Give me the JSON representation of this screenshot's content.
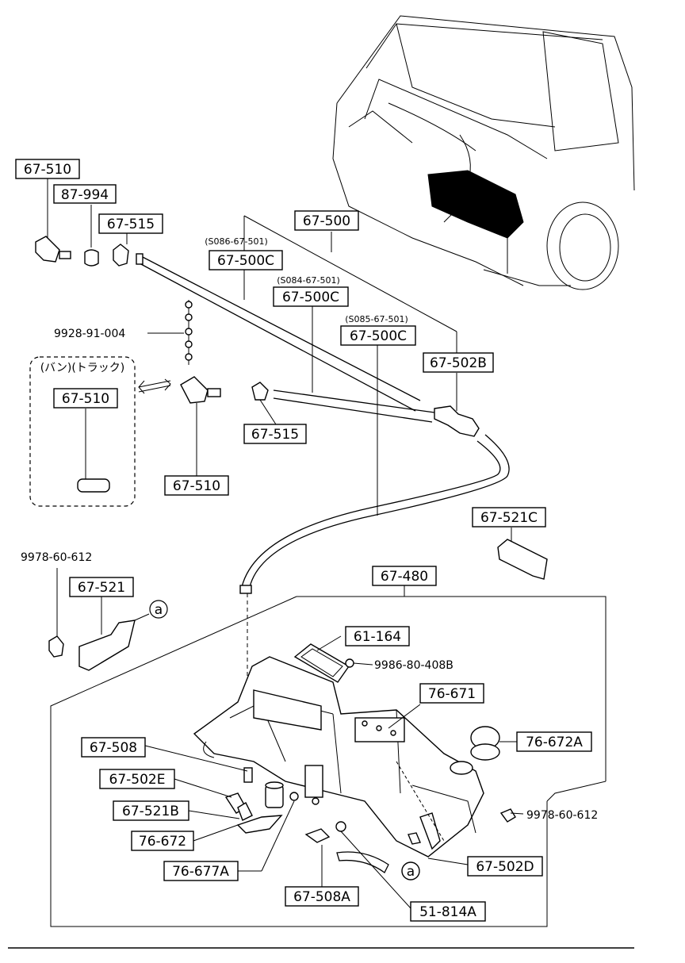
{
  "parts": {
    "p67_510_top": "67-510",
    "p87_994": "87-994",
    "p67_515_top": "67-515",
    "p67_500": "67-500",
    "p_s086": "(S086-67-501)",
    "p67_500c_1": "67-500C",
    "p_s084": "(S084-67-501)",
    "p67_500c_2": "67-500C",
    "p_s085": "(S085-67-501)",
    "p67_500c_3": "67-500C",
    "p9928": "9928-91-004",
    "p67_502b": "67-502B",
    "p_van_truck": "(バン)(トラック)",
    "p67_510_box": "67-510",
    "p67_515_mid": "67-515",
    "p67_510_mid": "67-510",
    "p67_521c": "67-521C",
    "p9978_left": "9978-60-612",
    "p67_480": "67-480",
    "p67_521": "67-521",
    "marker_a_1": "a",
    "p61_164": "61-164",
    "p9986": "9986-80-408B",
    "p76_671": "76-671",
    "p76_672a": "76-672A",
    "p67_508": "67-508",
    "p67_502e": "67-502E",
    "p67_521b": "67-521B",
    "p76_672": "76-672",
    "p76_677a": "76-677A",
    "p67_508a": "67-508A",
    "p51_814a": "51-814A",
    "p67_502d": "67-502D",
    "p9978_right": "9978-60-612",
    "marker_a_2": "a"
  }
}
